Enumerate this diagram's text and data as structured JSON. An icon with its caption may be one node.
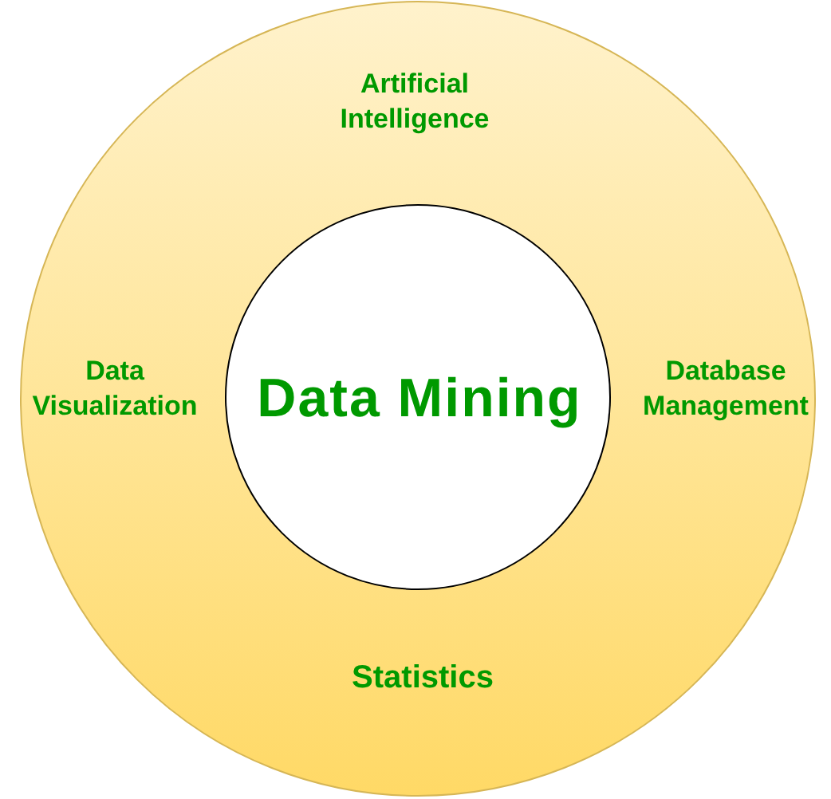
{
  "diagram": {
    "nodes": [
      {
        "text": [
          "Artificial Intelligence",
          "Data Visualization",
          "Database Management",
          "Statistics"
        ]
      },
      {
        "text": [
          "Data Mining"
        ],
        "in": 0
      }
    ]
  }
}
